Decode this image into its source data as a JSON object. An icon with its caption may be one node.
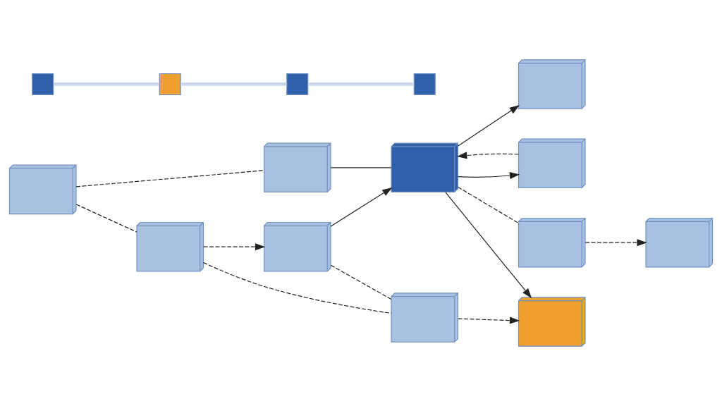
{
  "diagram": {
    "nodes": [
      {
        "text": [],
        "shape": "picture"
      },
      {
        "text": [],
        "shape": "picture"
      },
      {
        "text": [],
        "shape": "box"
      },
      {
        "text": [],
        "shape": "box"
      },
      {
        "text": [],
        "shape": "box"
      },
      {
        "text": [],
        "shape": "box"
      },
      {
        "text": [],
        "shape": "picture"
      },
      {
        "text": [],
        "shape": "picture"
      },
      {
        "text": [],
        "shape": "picture"
      },
      {
        "text": [],
        "shape": "picture"
      },
      {
        "text": [],
        "shape": "picture"
      },
      {
        "text": [],
        "shape": "picture"
      },
      {
        "text": [],
        "shape": "picture"
      },
      {
        "text": [],
        "shape": "picture"
      },
      {
        "text": [],
        "shape": "picture"
      }
    ],
    "edges": [
      {
        "from": 0,
        "to": 1,
        "arrow": "none",
        "style": "dashed"
      },
      {
        "from": 0,
        "to": 7,
        "arrow": "none",
        "style": "dashed"
      },
      {
        "from": 1,
        "to": 9,
        "arrow": "none"
      },
      {
        "from": 2,
        "to": 3,
        "arrow": "none",
        "style": "thick",
        "color": "#c9d8ec"
      },
      {
        "from": 3,
        "to": 4,
        "arrow": "none",
        "style": "thick",
        "color": "#c9d8ec"
      },
      {
        "from": 4,
        "to": 5,
        "arrow": "none",
        "style": "thick",
        "color": "#c9d8ec"
      },
      {
        "from": 9,
        "to": 6,
        "arrow": "to"
      },
      {
        "from": 7,
        "to": 8,
        "arrow": "to",
        "style": "dashed"
      },
      {
        "from": 8,
        "to": 9,
        "arrow": "to"
      },
      {
        "from": 9,
        "to": 10,
        "arrow": "to"
      },
      {
        "from": 7,
        "to": 11,
        "arrow": "none",
        "style": "dashed"
      },
      {
        "from": 8,
        "to": 11,
        "arrow": "none",
        "style": "dashed"
      },
      {
        "from": 11,
        "to": 12,
        "arrow": "to",
        "style": "dashed"
      },
      {
        "from": 9,
        "to": 12,
        "arrow": "to"
      },
      {
        "from": 9,
        "to": 13,
        "arrow": "none",
        "style": "dashed"
      },
      {
        "from": 13,
        "to": 14,
        "arrow": "to",
        "style": "dashed"
      },
      {
        "from": 10,
        "to": 9,
        "arrow": "to",
        "style": "dashed"
      }
    ]
  }
}
